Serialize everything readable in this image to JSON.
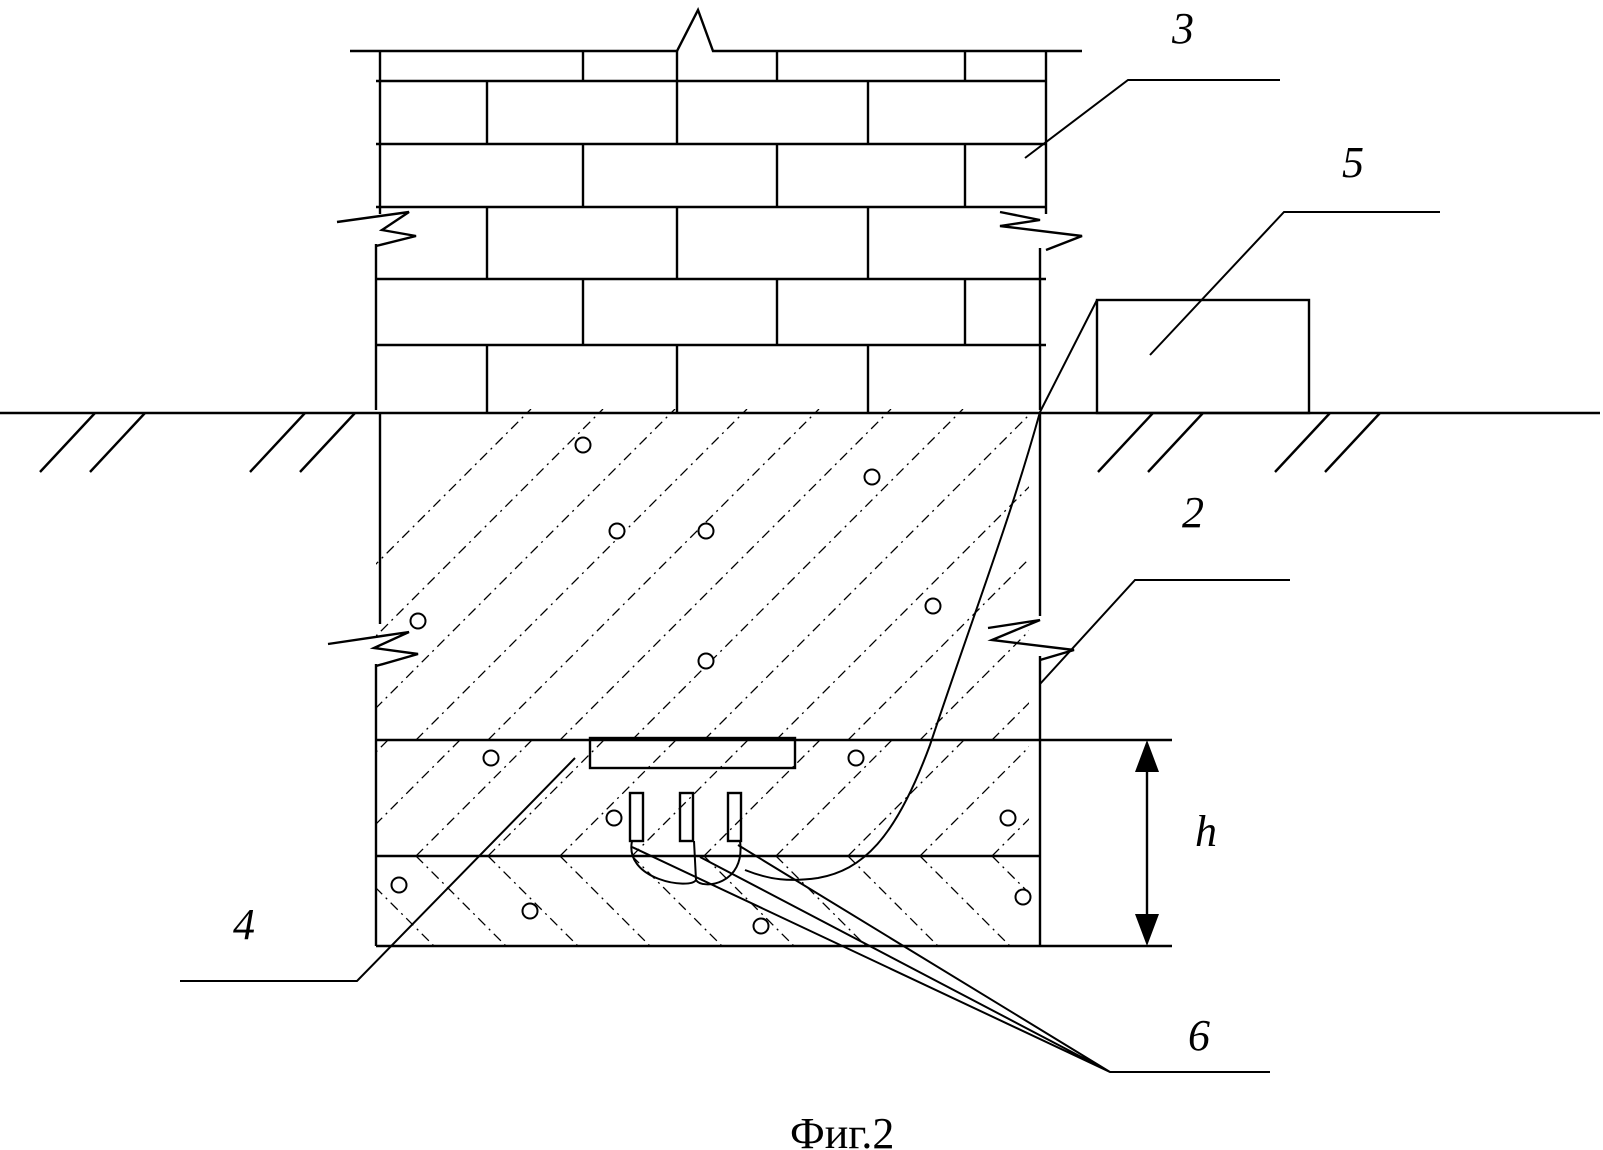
{
  "figure": {
    "labels": {
      "masonry_wall": "3",
      "device_box": "5",
      "foundation": "2",
      "plate": "4",
      "electrodes": "6",
      "height": "h"
    },
    "caption": "Фиг.2"
  },
  "colors": {
    "ink": "#000000",
    "background": "#ffffff"
  }
}
